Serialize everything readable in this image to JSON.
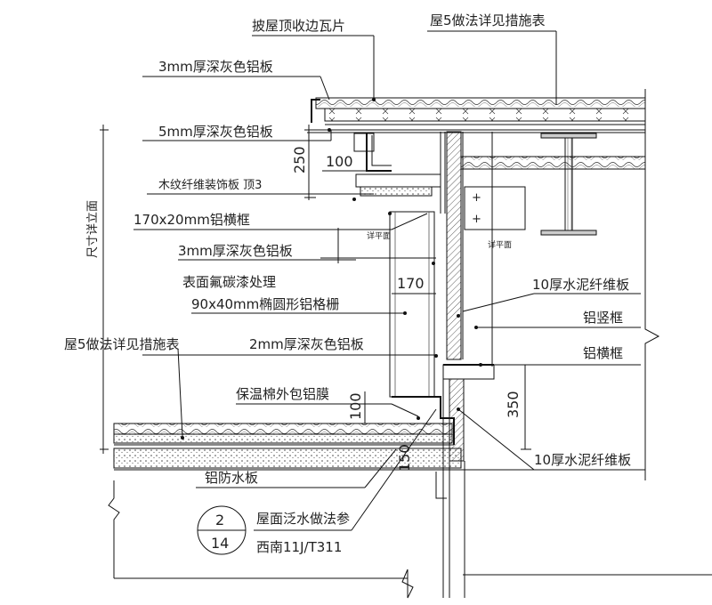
{
  "labels": {
    "ridge_tile": "披屋顶收边瓦片",
    "roof5_top": "屋5做法详见措施表",
    "al_3mm_top": "3mm厚深灰色铝板",
    "al_5mm": "5mm厚深灰色铝板",
    "wood_fiber": "木纹纤维装饰板  顶3",
    "al_frame_170": "170x20mm铝横框",
    "al_3mm_mid": "3mm厚深灰色铝板",
    "fluorocarbon": "表面氟碳漆处理",
    "elliptical_grille": "90x40mm椭圆形铝格栅",
    "roof5_left": "屋5做法详见措施表",
    "al_2mm": "2mm厚深灰色铝板",
    "insulation": "保温棉外包铝膜",
    "al_waterproof": "铝防水板",
    "cement_board_1": "10厚水泥纤维板",
    "al_mullion": "铝竖框",
    "al_transom": "铝横框",
    "cement_board_2": "10厚水泥纤维板",
    "flashing_ref": "屋面泛水做法参",
    "atlas_ref": "西南11J/T311",
    "detail_plane_1": "详平面",
    "detail_plane_2": "详平面",
    "size_note": "尺寸详立面"
  },
  "dimensions": {
    "d250": "250",
    "d100_top": "100",
    "d170": "170",
    "d350": "350",
    "d100_bottom": "100",
    "d150": "150"
  },
  "detail_callout": {
    "number": "2",
    "sheet": "14"
  },
  "icons": {
    "plus_top": "+",
    "plus_bottom": "+"
  }
}
